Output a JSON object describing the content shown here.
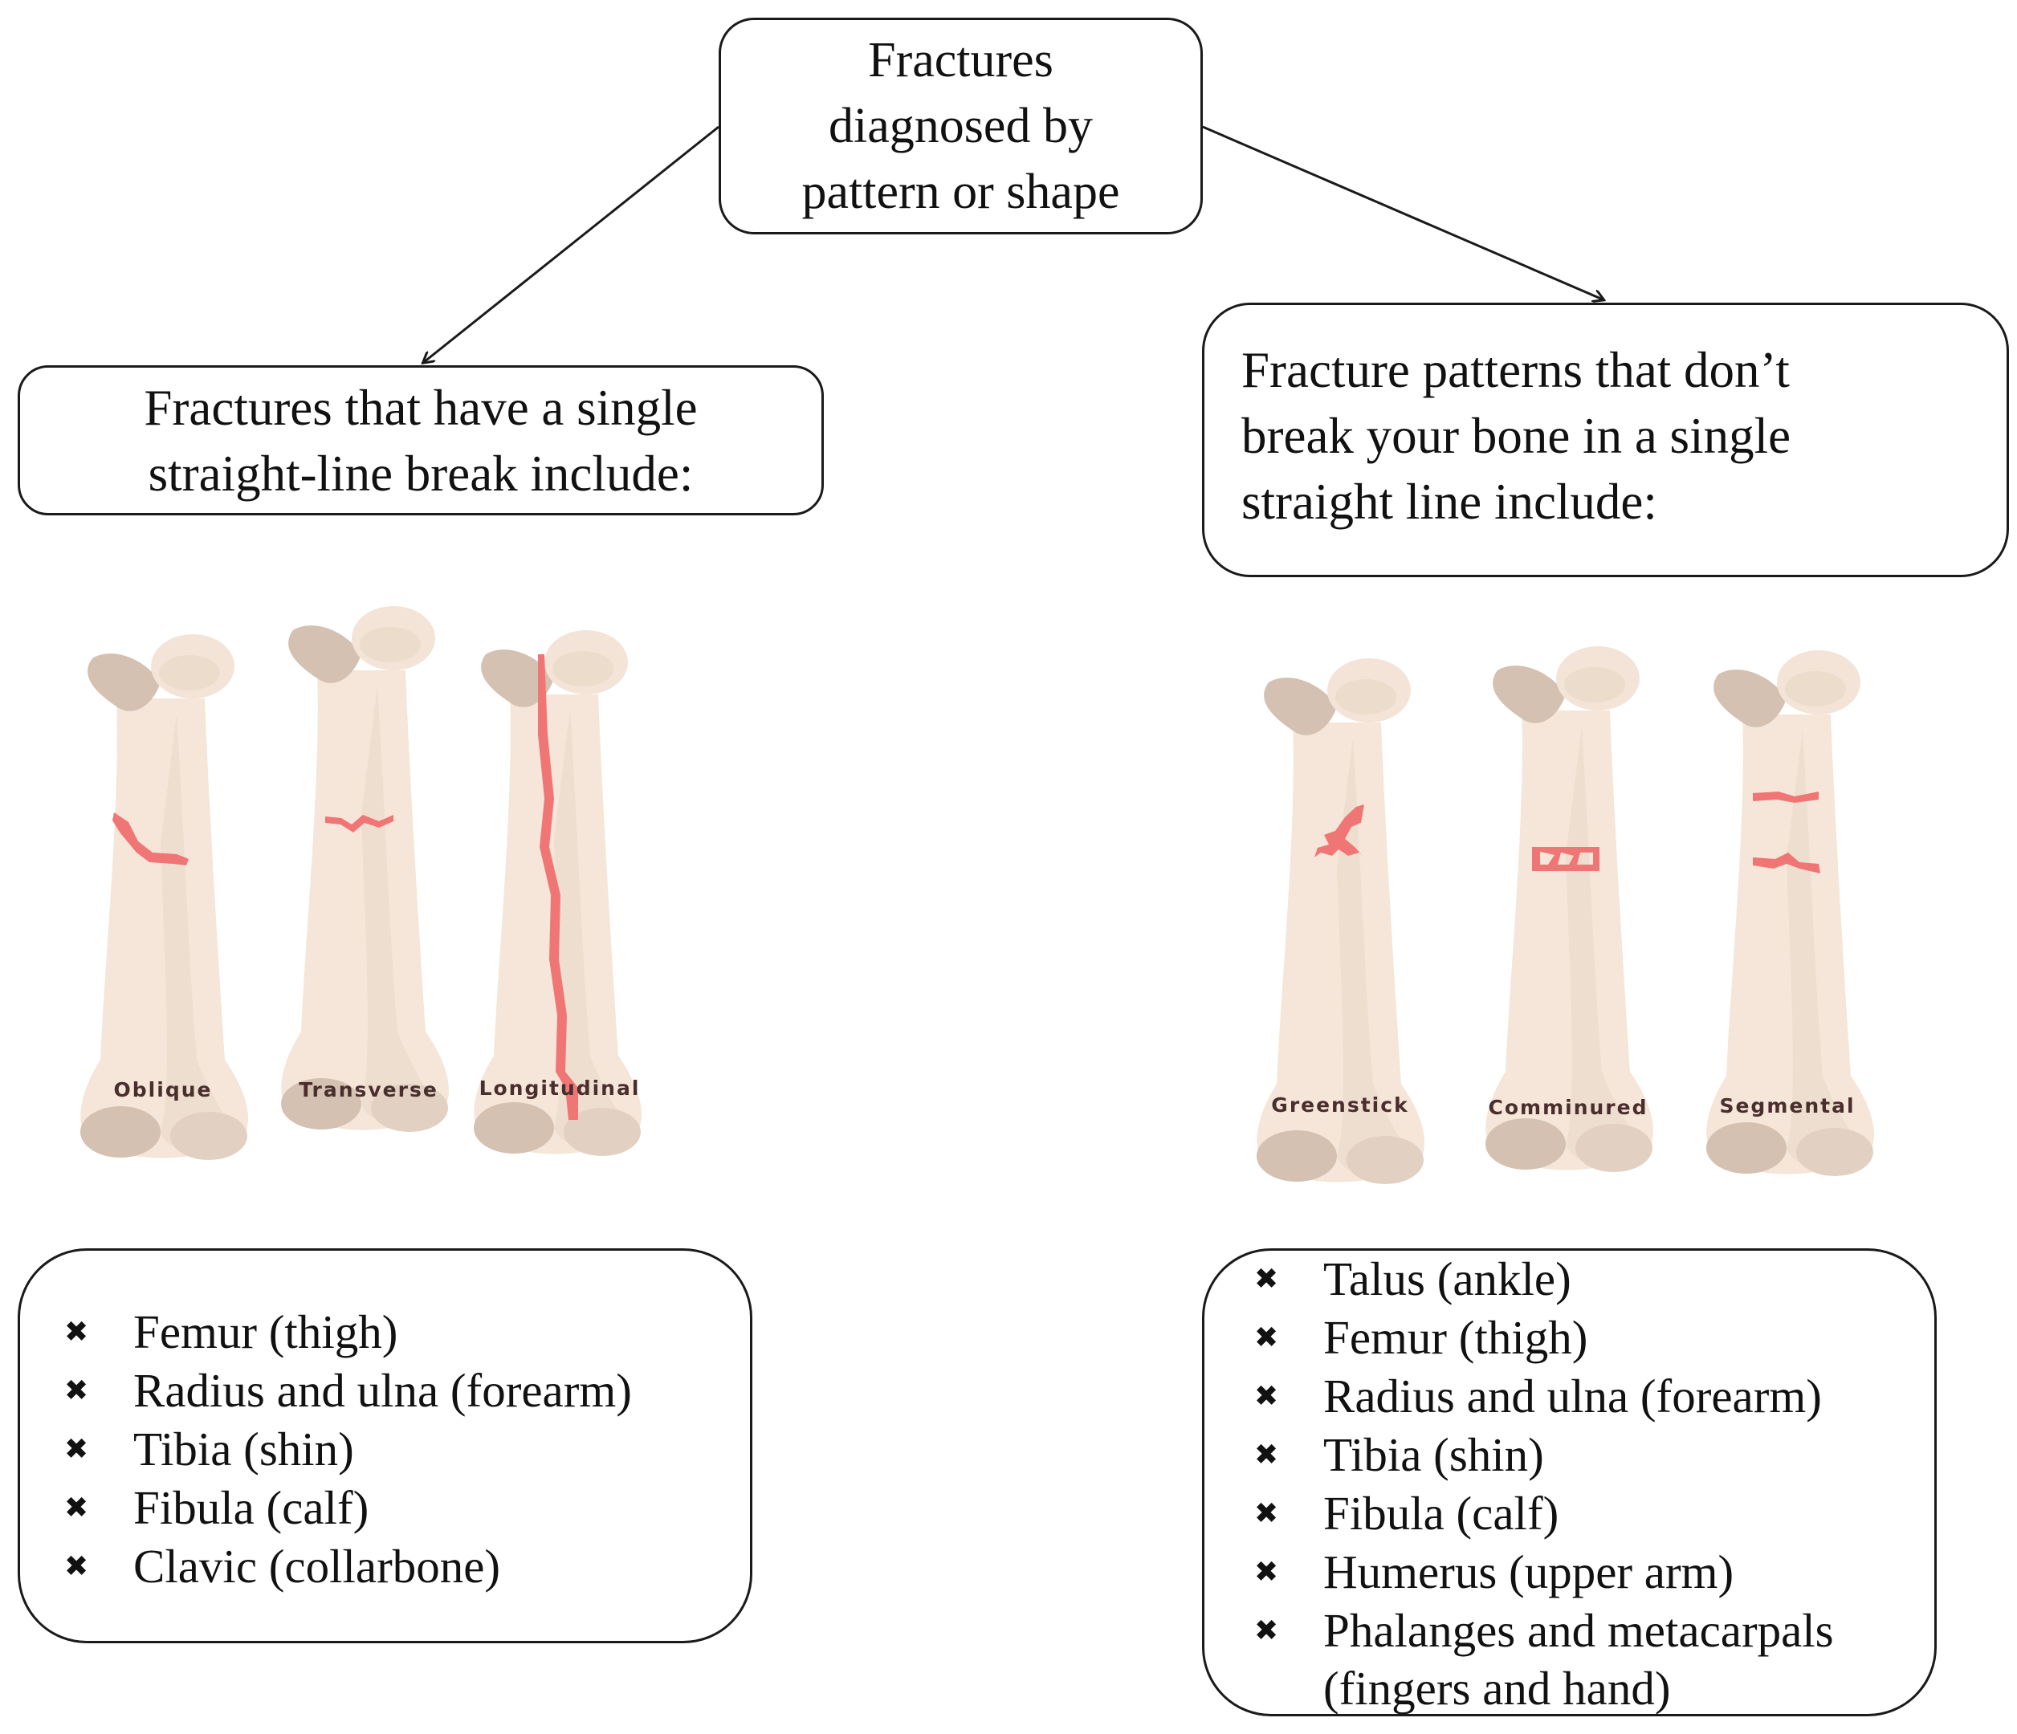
{
  "root": {
    "text": "Fractures\ndiagnosed by\npattern or shape"
  },
  "left_branch": {
    "heading": "Fractures that have a single\nstraight-line break include:",
    "bones": [
      {
        "name": "oblique",
        "label": "Oblique"
      },
      {
        "name": "transverse",
        "label": "Transverse"
      },
      {
        "name": "longitudinal",
        "label": "Longitudinal"
      }
    ],
    "bullet_icon": "x-mark",
    "items": [
      "Femur (thigh)",
      "Radius and ulna (forearm)",
      "Tibia (shin)",
      "Fibula (calf)",
      "Clavic (collarbone)"
    ]
  },
  "right_branch": {
    "heading": "Fracture patterns that don’t\nbreak your bone in a single\nstraight line include:",
    "bones": [
      {
        "name": "greenstick",
        "label": "Greenstick"
      },
      {
        "name": "comminuted",
        "label": "Comminured"
      },
      {
        "name": "segmental",
        "label": "Segmental"
      }
    ],
    "bullet_icon": "x-mark",
    "items": [
      "Talus (ankle)",
      "Femur (thigh)",
      "Radius and ulna (forearm)",
      "Tibia (shin)",
      "Fibula (calf)",
      "Humerus (upper arm)",
      "Phalanges and metacarpals",
      "(fingers and hand)"
    ]
  },
  "colors": {
    "bone": "#f5e6d9",
    "bone_shade": "#e2d1c2",
    "bone_head": "#d4c1b1",
    "fracture": "#f07575",
    "label": "#4a2e2e",
    "line": "#1a1a1a"
  },
  "bullet_glyph": "✖"
}
